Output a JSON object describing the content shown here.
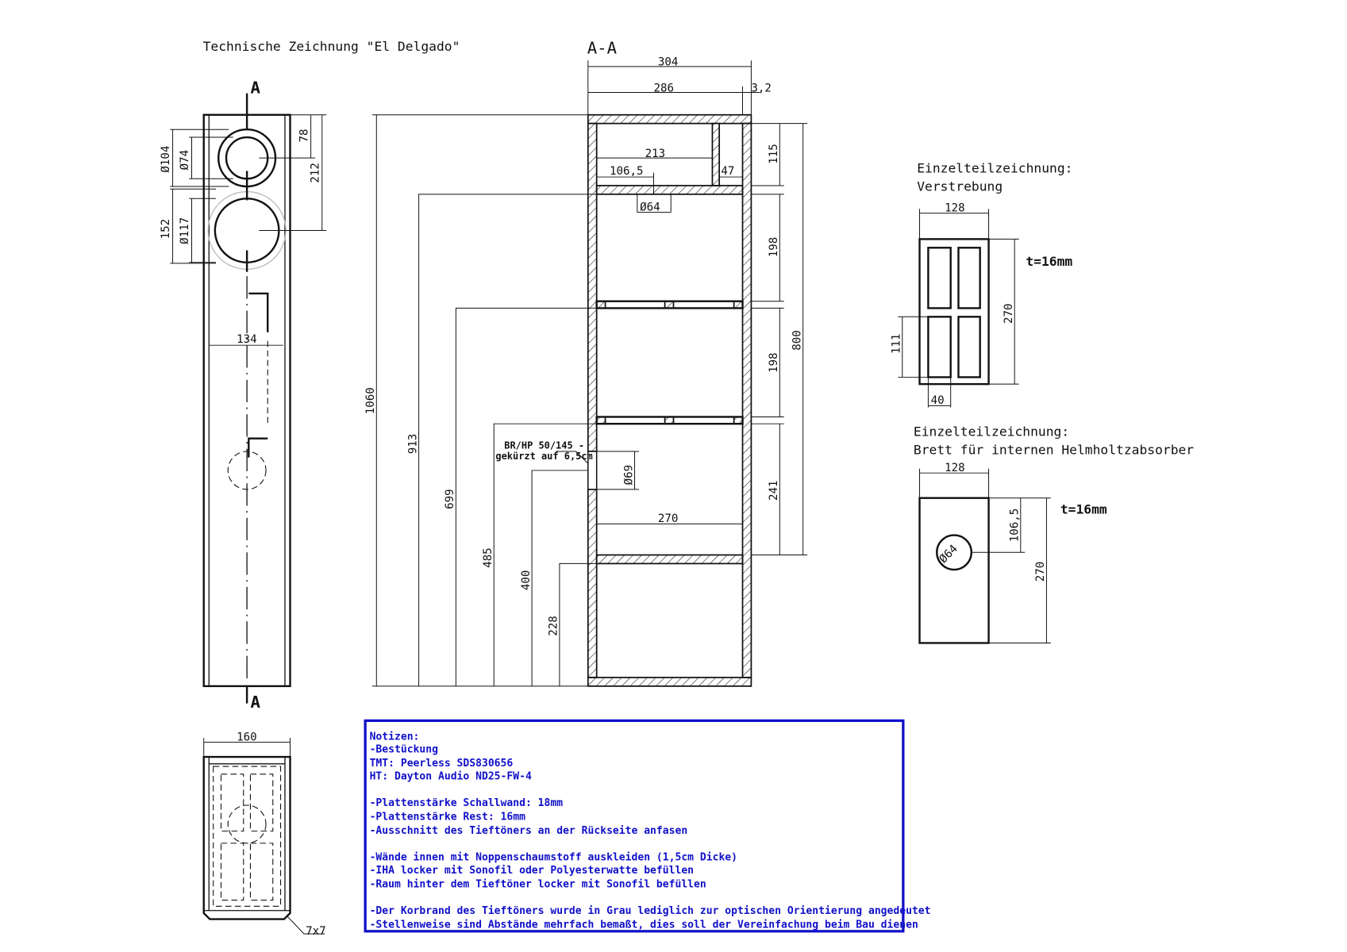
{
  "title": "Technische Zeichnung \"El Delgado\"",
  "front_view": {
    "section_marker": "A",
    "dims": {
      "d104": "Ø104",
      "d74": "Ø74",
      "d78": "78",
      "d212": "212",
      "d152": "152",
      "d117": "Ø117",
      "d134": "134"
    }
  },
  "section": {
    "label": "A-A",
    "dims": {
      "w304": "304",
      "w286": "286",
      "w32": "3,2",
      "w213": "213",
      "w1065": "106,5",
      "w47": "47",
      "d64": "Ø64",
      "h115": "115",
      "h198a": "198",
      "h198b": "198",
      "h241": "241",
      "h800": "800",
      "h1060": "1060",
      "h913": "913",
      "h699": "699",
      "h485": "485",
      "h400": "400",
      "h228": "228",
      "d69": "Ø69",
      "w270": "270"
    },
    "port_note": [
      "BR/HP 50/145 -",
      "gekürzt auf 6,5cm"
    ]
  },
  "detail_brace": {
    "title": [
      "Einzelteilzeichnung:",
      "Verstrebung"
    ],
    "dims": {
      "w128": "128",
      "h270": "270",
      "h111": "111",
      "w40": "40"
    },
    "thickness": "t=16mm"
  },
  "detail_helmholtz": {
    "title": [
      "Einzelteilzeichnung:",
      "Brett für internen Helmholtzabsorber"
    ],
    "dims": {
      "w128": "128",
      "h1065": "106,5",
      "h270": "270",
      "d64": "Ø64"
    },
    "thickness": "t=16mm"
  },
  "bottom_view": {
    "w160": "160",
    "chamfer": "7x7"
  },
  "notes": [
    "Notizen:",
    "-Bestückung",
    "TMT: Peerless SDS830656",
    "HT: Dayton Audio ND25-FW-4",
    "",
    "-Plattenstärke Schallwand: 18mm",
    "-Plattenstärke Rest: 16mm",
    "-Ausschnitt des Tieftöners an der Rückseite anfasen",
    "",
    "-Wände innen mit Noppenschaumstoff auskleiden (1,5cm Dicke)",
    "-IHA locker mit Sonofil oder Polyesterwatte befüllen",
    "-Raum hinter dem Tieftöner locker mit Sonofil befüllen",
    "",
    "-Der Korbrand des Tieftöners wurde in Grau lediglich zur optischen Orientierung angedeutet",
    "-Stellenweise sind Abstände mehrfach bemaßt, dies soll der Vereinfachung beim Bau dienen"
  ],
  "colors": {
    "notes": "#1010c8",
    "line": "#111111",
    "grey_outline": "#bbbbbb"
  }
}
